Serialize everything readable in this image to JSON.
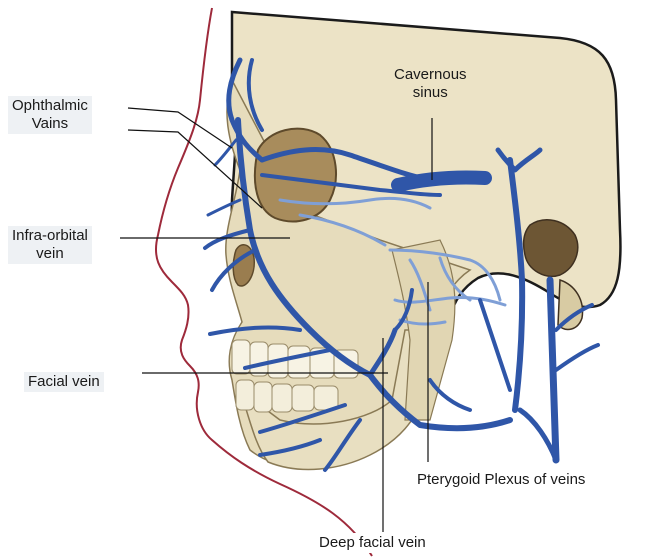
{
  "labels": {
    "ophthalmic": {
      "line1": "Ophthalmic",
      "line2": "Vains"
    },
    "cavernous": {
      "line1": "Cavernous",
      "line2": "sinus"
    },
    "infraorbital": {
      "line1": "Infra-orbital",
      "line2": "vein"
    },
    "facial": "Facial vein",
    "pterygoid": "Pterygoid Plexus of veins",
    "deep_facial": "Deep facial vein"
  },
  "colors": {
    "vein": "#2f56a8",
    "vein_light": "#7f9fd6",
    "skull": "#ece3c6",
    "skull_shadow": "#c7b88f",
    "outline": "#1b1b1b",
    "skin_outline": "#9e2a3b",
    "leader": "#111111",
    "label_bg": "#eef1f4"
  }
}
